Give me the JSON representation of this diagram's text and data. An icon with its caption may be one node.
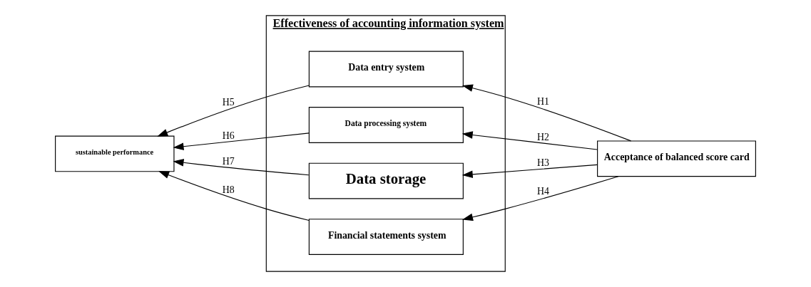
{
  "diagram": {
    "nodes": [
      {
        "text": [
          "Effectiveness of accounting information system"
        ]
      },
      {
        "text": [
          "Data entry system"
        ],
        "in": 0
      },
      {
        "text": [
          "Data processing system"
        ],
        "in": 0
      },
      {
        "text": [
          "Data storage"
        ],
        "in": 0
      },
      {
        "text": [
          "Financial statements system"
        ],
        "in": 0
      },
      {
        "text": [
          "sustainable performance"
        ]
      },
      {
        "text": [
          "Acceptance of balanced score card"
        ]
      }
    ],
    "edges": [
      {
        "from": 6,
        "to": 1,
        "arrow": "to",
        "label": "H1"
      },
      {
        "from": 6,
        "to": 2,
        "arrow": "to",
        "label": "H2"
      },
      {
        "from": 6,
        "to": 3,
        "arrow": "to",
        "label": "H3"
      },
      {
        "from": 6,
        "to": 4,
        "arrow": "to",
        "label": "H4"
      },
      {
        "from": 1,
        "to": 5,
        "arrow": "to",
        "label": "H5"
      },
      {
        "from": 2,
        "to": 5,
        "arrow": "to",
        "label": "H6"
      },
      {
        "from": 3,
        "to": 5,
        "arrow": "to",
        "label": "H7"
      },
      {
        "from": 4,
        "to": 5,
        "arrow": "to",
        "label": "H8"
      }
    ]
  }
}
